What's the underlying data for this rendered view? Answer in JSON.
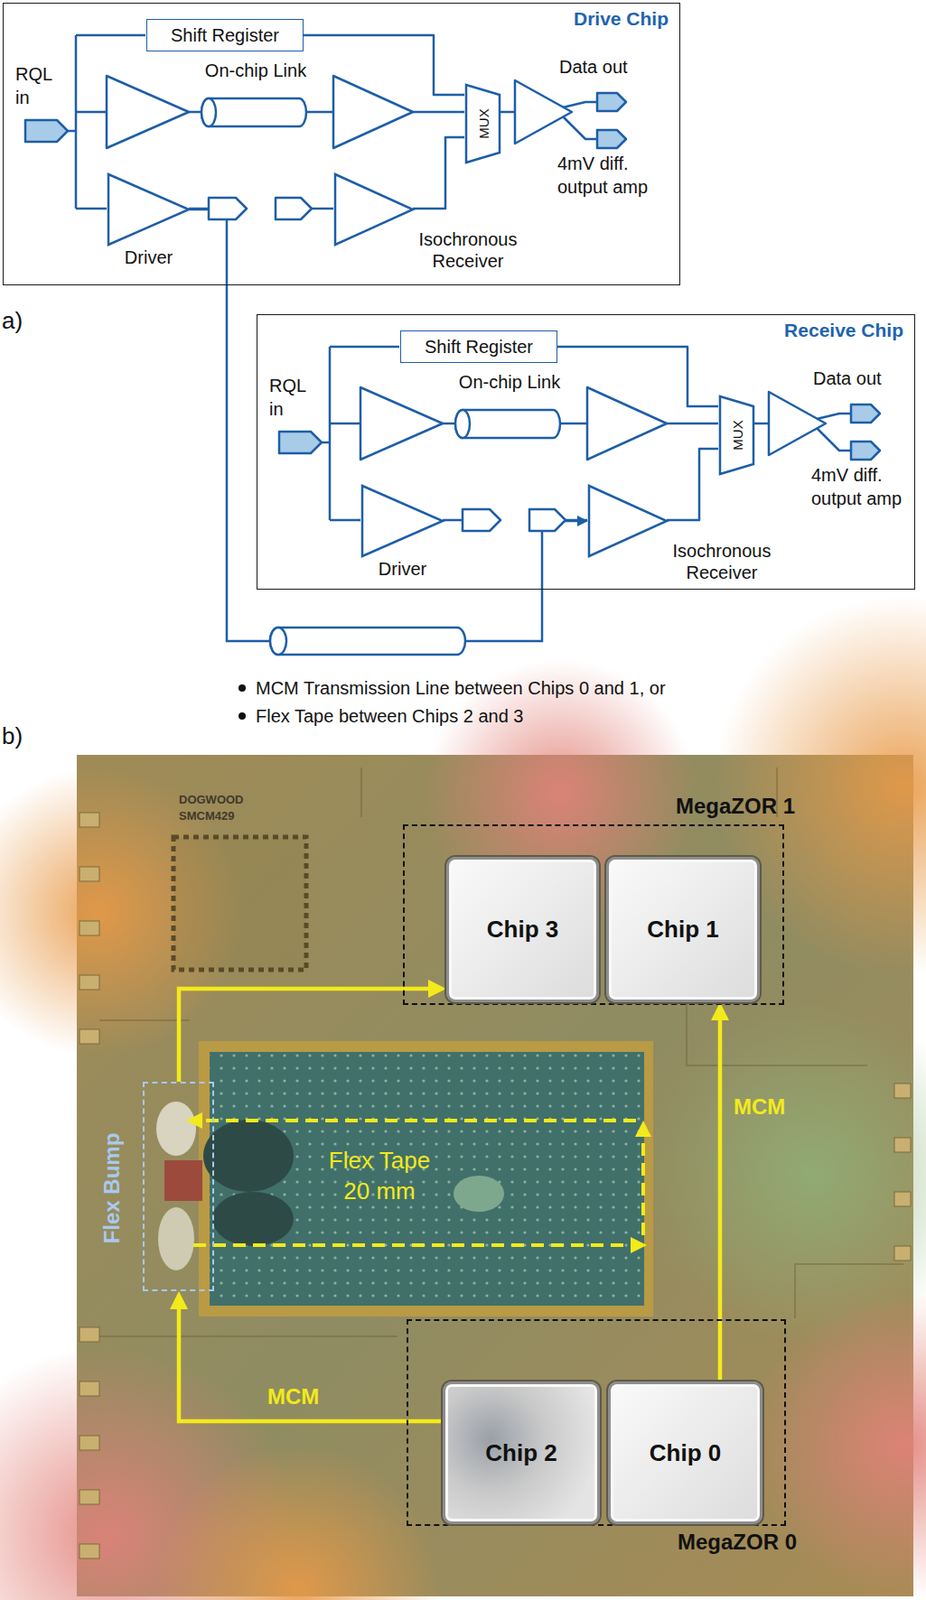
{
  "diagram": {
    "nodes": [
      {
        "text": [
          "Drive Chip"
        ]
      },
      {
        "text": [
          "Shift Register"
        ],
        "in": 0
      },
      {
        "text": [
          "MUX"
        ],
        "in": 0
      },
      {
        "text": [
          "Driver"
        ],
        "in": 0
      },
      {
        "text": [
          "Isochronous Receiver"
        ],
        "in": 0
      },
      {
        "text": [
          "Receive Chip"
        ]
      },
      {
        "text": [
          "Shift Register"
        ],
        "in": 5
      },
      {
        "text": [
          "MUX"
        ],
        "in": 5
      },
      {
        "text": [
          "Driver"
        ],
        "in": 5
      },
      {
        "text": [
          "Isochronous Receiver"
        ],
        "in": 5
      },
      {
        "text": [
          "MegaZOR 1"
        ]
      },
      {
        "text": [
          "Chip 3"
        ],
        "in": 10
      },
      {
        "text": [
          "Chip 1"
        ],
        "in": 10
      },
      {
        "text": [
          "Flex Bump"
        ]
      },
      {
        "text": [
          "MegaZOR 0"
        ]
      },
      {
        "text": [
          "Chip 2"
        ],
        "in": 14
      },
      {
        "text": [
          "Chip 0"
        ],
        "in": 14
      }
    ],
    "edges": [
      {
        "from": 3,
        "to": 9,
        "arrow": "to"
      },
      {
        "from": 16,
        "to": 12,
        "label": "MCM",
        "arrow": "to"
      },
      {
        "from": 15,
        "to": 13,
        "label": "MCM",
        "arrow": "to"
      },
      {
        "from": 13,
        "to": 11,
        "arrow": "to"
      }
    ],
    "labels": [
      "RQL in",
      "On-chip Link",
      "Data out",
      "4mV diff. output amp",
      "RQL in",
      "On-chip Link",
      "Data out",
      "4mV diff. output amp",
      "a)",
      "MCM Transmission Line between Chips 0 and 1, or",
      "Flex Tape between Chips 2 and 3",
      "b)",
      "DOGWOOD SMCM429",
      "Flex Tape 20 mm"
    ]
  }
}
